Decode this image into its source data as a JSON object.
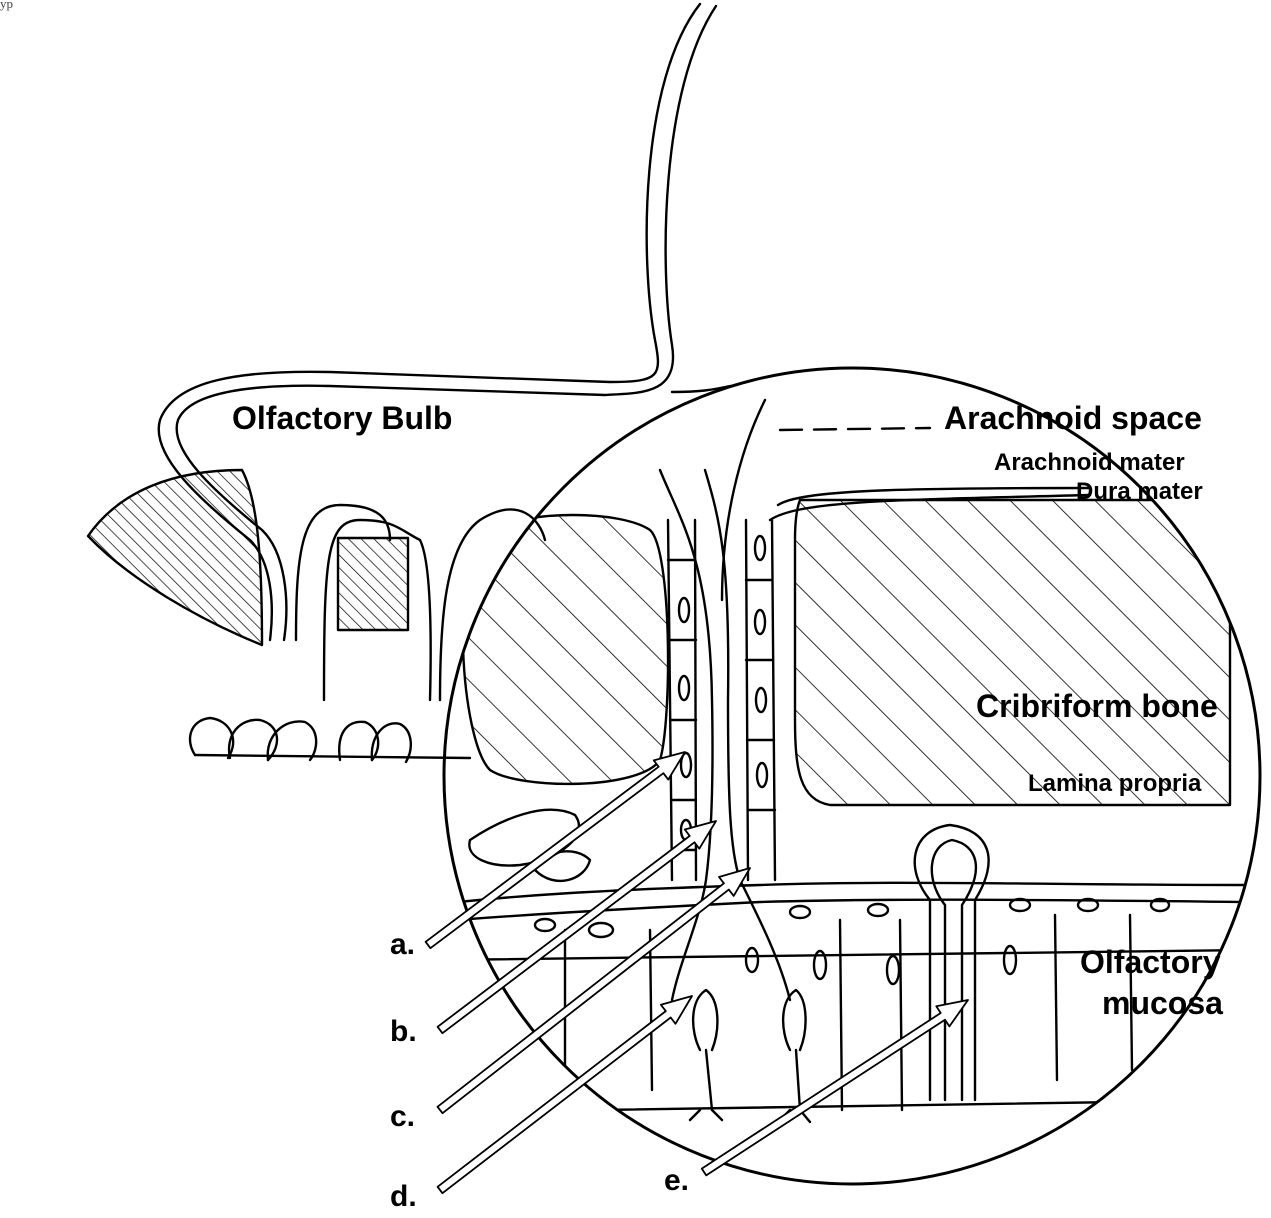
{
  "corner_text": "yp",
  "labels": {
    "olfactory_bulb": "Olfactory Bulb",
    "arachnoid_space": "Arachnoid space",
    "arachnoid_mater": "Arachnoid mater",
    "dura_mater": "Dura mater",
    "cribriform_bone": "Cribriform bone",
    "lamina_propria": "Lamina propria",
    "olfactory_mucosa_line1": "Olfactory",
    "olfactory_mucosa_line2": "mucosa"
  },
  "pointers": {
    "a": "a.",
    "b": "b.",
    "c": "c.",
    "d": "d.",
    "e": "e."
  },
  "colors": {
    "ink": "#000000",
    "paper": "#ffffff"
  }
}
